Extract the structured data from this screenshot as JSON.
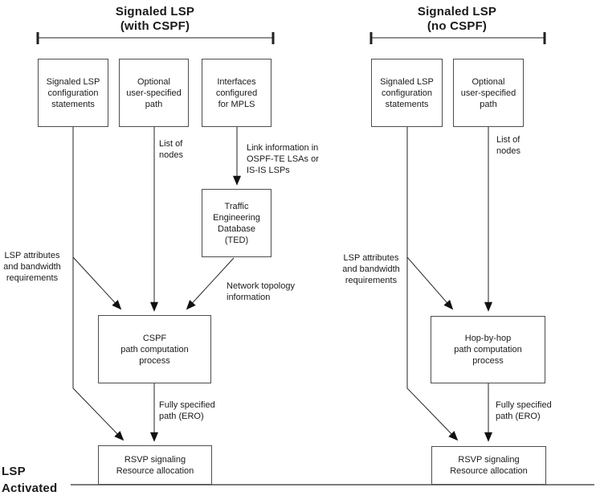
{
  "left_diagram": {
    "title": [
      "Signaled LSP",
      "(with CSPF)"
    ],
    "box_config": [
      "Signaled LSP",
      "configuration",
      "statements"
    ],
    "box_optional_path": [
      "Optional",
      "user-specified",
      "path"
    ],
    "box_interfaces": [
      "Interfaces",
      "configured",
      "for MPLS"
    ],
    "label_list_of_nodes": [
      "List of",
      "nodes"
    ],
    "label_link_info": [
      "Link information in",
      "OSPF-TE LSAs or",
      "IS-IS LSPs"
    ],
    "box_ted": [
      "Traffic",
      "Engineering",
      "Database",
      "(TED)"
    ],
    "label_lsp_attributes": [
      "LSP attributes",
      "and bandwidth",
      "requirements"
    ],
    "label_network_topology": [
      "Network topology",
      "information"
    ],
    "box_cspf": [
      "CSPF",
      "path computation",
      "process"
    ],
    "label_fully_specified": [
      "Fully specified",
      "path (ERO)"
    ],
    "box_rsvp": [
      "RSVP signaling",
      "Resource allocation"
    ]
  },
  "right_diagram": {
    "title": [
      "Signaled LSP",
      "(no CSPF)"
    ],
    "box_config": [
      "Signaled LSP",
      "configuration",
      "statements"
    ],
    "box_optional_path": [
      "Optional",
      "user-specified",
      "path"
    ],
    "label_list_of_nodes": [
      "List of",
      "nodes"
    ],
    "label_lsp_attributes": [
      "LSP attributes",
      "and bandwidth",
      "requirements"
    ],
    "box_hop_by_hop": [
      "Hop-by-hop",
      "path computation",
      "process"
    ],
    "label_fully_specified": [
      "Fully specified",
      "path (ERO)"
    ],
    "box_rsvp": [
      "RSVP signaling",
      "Resource allocation"
    ]
  },
  "footer": {
    "label_lsp_activated": [
      "LSP",
      "Activated"
    ]
  },
  "colors": {
    "background": "#ffffff",
    "text": "#1a1a1a",
    "line": "#222222",
    "arrowhead": "#111111",
    "box_border": "#4d4d4d",
    "baseline": "#7d7d7d"
  }
}
